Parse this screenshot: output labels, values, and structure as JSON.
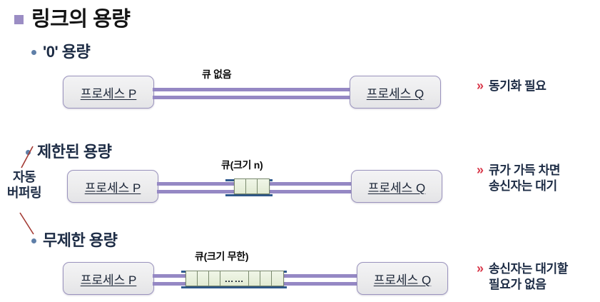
{
  "slide": {
    "title": "링크의 용량",
    "title_bullet_color": "#9b8dc4",
    "sub_bullet_color": "#5f7fa8",
    "link_color": "#9588c4",
    "queue_rail_color": "#2f5a8f",
    "queue_cell_color": "#e6eedb",
    "note_marker_color": "#d9394b",
    "connector_color": "#a33a33"
  },
  "sections": [
    {
      "heading": "'0' 용량",
      "process_left": "프로세스 P",
      "process_right": "프로세스 Q",
      "queue_label": "큐 없음",
      "note_marker": "»",
      "note_lines": [
        "동기화 필요"
      ]
    },
    {
      "heading": "제한된 용량",
      "process_left": "프로세스 P",
      "process_right": "프로세스 Q",
      "queue_label": "큐(크기 n)",
      "note_marker": "»",
      "note_lines": [
        "큐가 가득 차면",
        "송신자는 대기"
      ]
    },
    {
      "heading": "무제한 용량",
      "process_left": "프로세스 P",
      "process_right": "프로세스 Q",
      "queue_label": "큐(크기 무한)",
      "ellipsis": "……",
      "note_marker": "»",
      "note_lines": [
        "송신자는 대기할",
        "필요가 없음"
      ]
    }
  ],
  "annotation": {
    "line1": "자동",
    "line2": "버퍼링"
  }
}
